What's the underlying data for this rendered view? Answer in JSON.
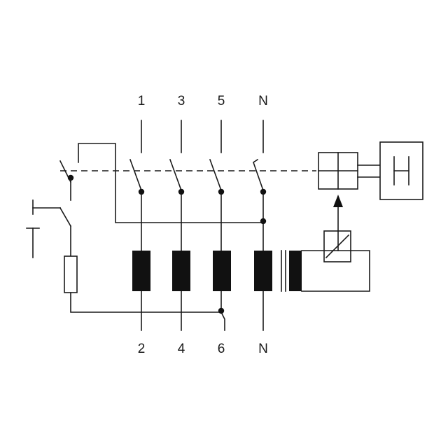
{
  "terminals": {
    "top": {
      "t1": "1",
      "t3": "3",
      "t5": "5",
      "tn": "N"
    },
    "bottom": {
      "t2": "2",
      "t4": "4",
      "t6": "6",
      "tn": "N"
    }
  },
  "colors": {
    "line": "#1a1a1a",
    "fill_core": "#111111",
    "background": "#ffffff"
  }
}
